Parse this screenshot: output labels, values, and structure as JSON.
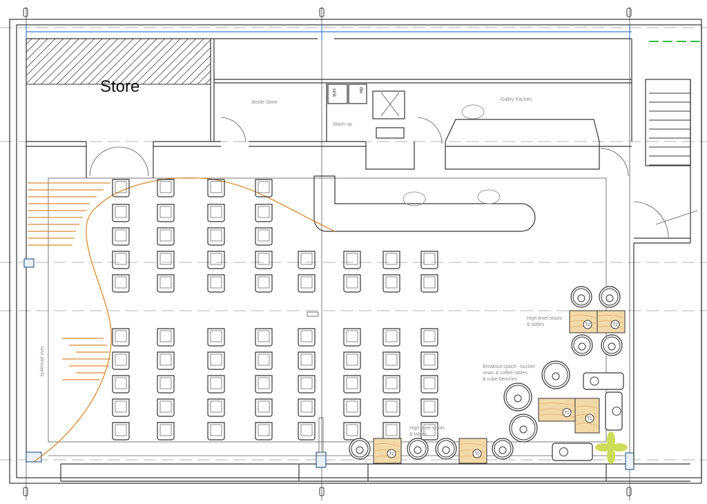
{
  "rooms": {
    "store": "Store",
    "bottle_store": "Bottle Store",
    "wash_up": "Wash-up",
    "galley_kitchen": "Galley Kitchen",
    "sink": "sink",
    "dishwasher": "dw"
  },
  "annotations": {
    "bulkhead": "bulkhead over",
    "stools_right_1": "High level stools",
    "stools_right_2": "& tables",
    "breakout_1": "Breakout space - bucket",
    "breakout_2": "seats & coffee tables",
    "breakout_3": "& cube benches",
    "stools_bottom_1": "High level stools",
    "stools_bottom_2": "& tables"
  },
  "tags": {
    "t1": "T1",
    "t2": "T2"
  },
  "colors": {
    "wall": "#333333",
    "grid": "#999999",
    "structure_blue": "#3a7bd5",
    "curve_orange": "#d9892f",
    "wood": "#f3d9a8",
    "plant": "#c9d94a",
    "green_line": "#2fbf3a"
  }
}
